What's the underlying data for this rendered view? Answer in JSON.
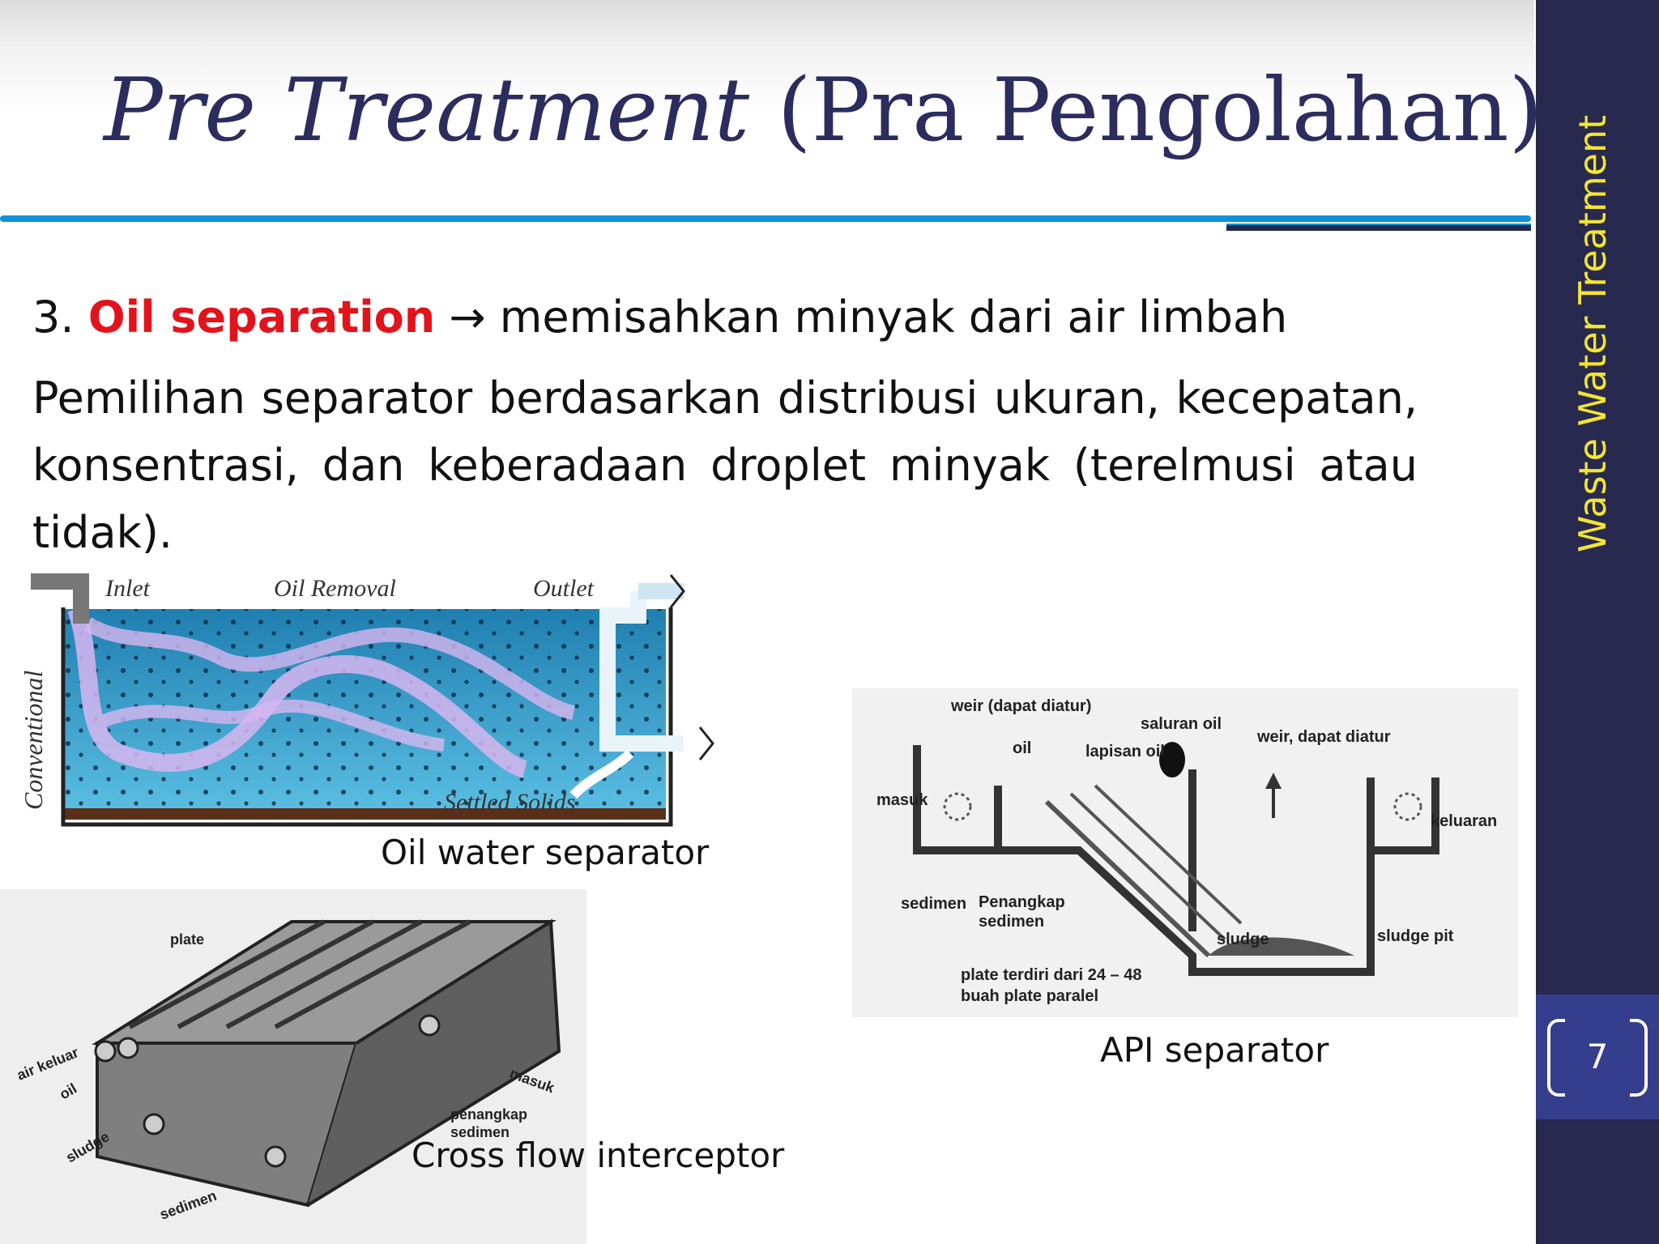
{
  "slide": {
    "title_italic": "Pre Treatment",
    "title_rest": " (Pra Pengolahan)",
    "sidebar_label": "Waste Water Treatment",
    "page_number": "7"
  },
  "content": {
    "item_number": "3. ",
    "highlight": "Oil separation",
    "arrow": " → ",
    "line_rest": "memisahkan minyak dari air limbah",
    "paragraph": "Pemilihan separator berdasarkan distribusi ukuran, kecepatan, konsentrasi, dan keberadaan droplet minyak (terelmusi atau tidak)."
  },
  "figures": {
    "oil_water": {
      "caption": "Oil water separator",
      "labels": {
        "inlet": "Inlet",
        "oil_removal": "Oil Removal",
        "outlet": "Outlet",
        "settled_solids": "Settled Solids",
        "conventional": "Conventional"
      }
    },
    "api": {
      "caption": "API separator",
      "labels": {
        "weir_top": "weir (dapat diatur)",
        "saluran_oil": "saluran oil",
        "weir_right": "weir, dapat diatur",
        "oil": "oil",
        "lapisan_oil": "lapisan oil",
        "masuk": "masuk",
        "keluaran": "keluaran",
        "sedimen": "sedimen",
        "penangkap_1": "Penangkap",
        "penangkap_2": "sedimen",
        "sludge": "sludge",
        "sludge_pit": "sludge pit",
        "plate_1": "plate terdiri dari 24 – 48",
        "plate_2": "buah plate paralel"
      }
    },
    "cross_flow": {
      "caption": "Cross flow interceptor",
      "labels": {
        "plate": "plate",
        "air_keluar": "air keluar",
        "oil": "oil",
        "sludge": "sludge",
        "sedimen": "sedimen",
        "masuk": "masuk",
        "penangkap_1": "penangkap",
        "penangkap_2": "sedimen"
      }
    }
  }
}
